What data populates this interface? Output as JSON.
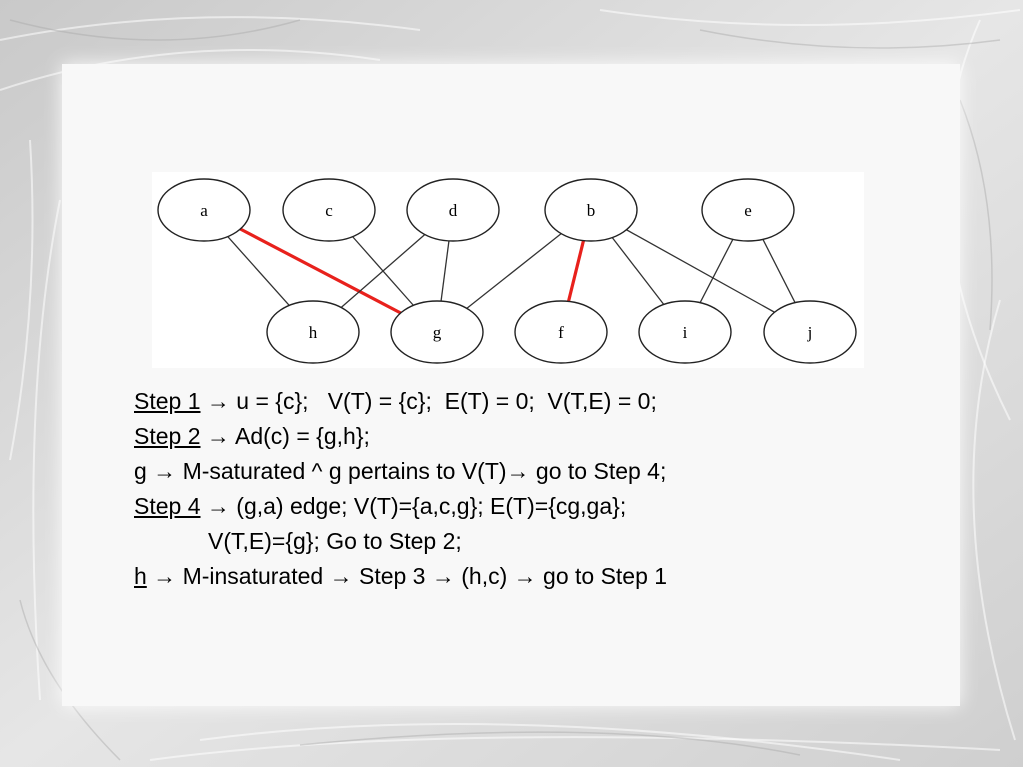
{
  "graph": {
    "nodes": [
      {
        "id": "a",
        "label": "a"
      },
      {
        "id": "c",
        "label": "c"
      },
      {
        "id": "d",
        "label": "d"
      },
      {
        "id": "b",
        "label": "b"
      },
      {
        "id": "e",
        "label": "e"
      },
      {
        "id": "h",
        "label": "h"
      },
      {
        "id": "g",
        "label": "g"
      },
      {
        "id": "f",
        "label": "f"
      },
      {
        "id": "i",
        "label": "i"
      },
      {
        "id": "j",
        "label": "j"
      }
    ],
    "edges": [
      {
        "from": "a",
        "to": "h",
        "matched": false
      },
      {
        "from": "a",
        "to": "g",
        "matched": true
      },
      {
        "from": "c",
        "to": "g",
        "matched": false
      },
      {
        "from": "d",
        "to": "h",
        "matched": false
      },
      {
        "from": "d",
        "to": "g",
        "matched": false
      },
      {
        "from": "b",
        "to": "g",
        "matched": false
      },
      {
        "from": "b",
        "to": "f",
        "matched": true
      },
      {
        "from": "b",
        "to": "i",
        "matched": false
      },
      {
        "from": "b",
        "to": "j",
        "matched": false
      },
      {
        "from": "e",
        "to": "i",
        "matched": false
      },
      {
        "from": "e",
        "to": "j",
        "matched": false
      }
    ],
    "edge_color": "#333333",
    "matched_color": "#e8211c"
  },
  "steps": [
    {
      "label": "Step 1",
      "text": " → u = {c};   V(T) = {c};  E(T) = 0;  V(T,E) = 0;"
    },
    {
      "label": "Step 2",
      "text": " → Ad(c) = {g,h};"
    },
    {
      "label": "g",
      "text": " → M-saturated ^ g pertains to V(T)→ go to Step 4;"
    },
    {
      "label": "Step 4",
      "text": " → (g,a) edge; V(T)={a,c,g}; E(T)={cg,ga};"
    },
    {
      "label": "",
      "text": "V(T,E)={g}; Go to Step 2;"
    },
    {
      "label": "h",
      "text": " → M-insaturated → Step 3 → (h,c) → go to Step 1"
    }
  ]
}
